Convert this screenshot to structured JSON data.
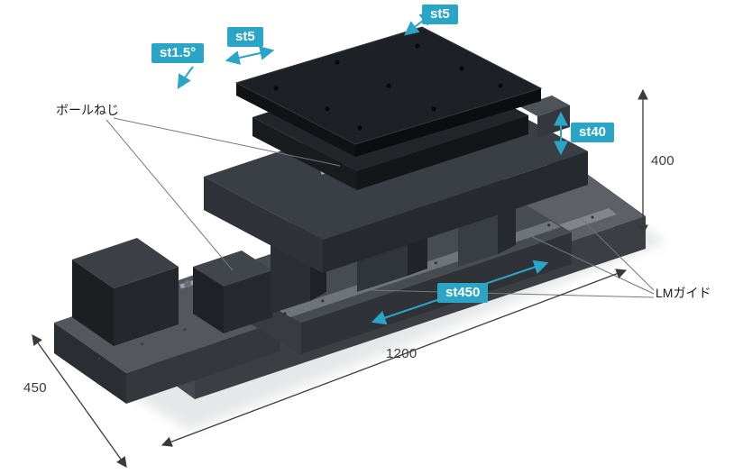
{
  "colors": {
    "accent": "#2BA5C6",
    "dim": "#3a3a3a",
    "label": "#1c1c1c"
  },
  "annotations": {
    "ball_screw": "ボールねじ",
    "lm_guide": "LMガイド"
  },
  "badges": {
    "stroke_top": "st5",
    "stroke_upper": "st5",
    "stroke_tilt": "st1.5°",
    "stroke_z": "st40",
    "stroke_x": "st450"
  },
  "dimensions": {
    "height": "400",
    "length": "1200",
    "width": "450"
  }
}
